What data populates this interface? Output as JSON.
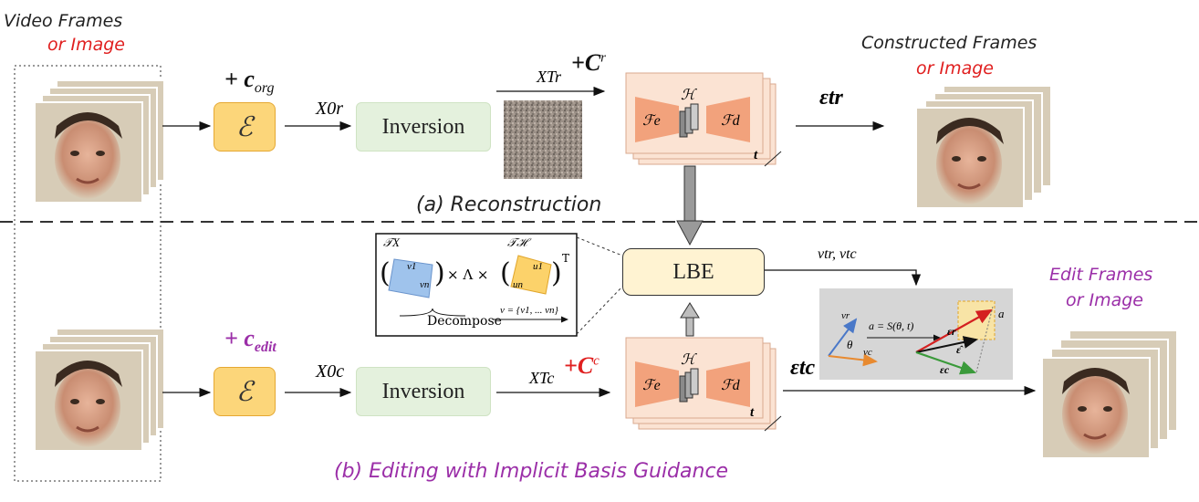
{
  "labels": {
    "video_frames": "Video Frames",
    "or_image_left": "or Image",
    "constructed_frames": "Constructed Frames",
    "or_image_right": "or Image",
    "edit_frames": "Edit Frames",
    "or_image_edit": "or Image",
    "section_a": "(a)  Reconstruction",
    "section_b": "(b)  Editing with Implicit Basis Guidance"
  },
  "conditions": {
    "c_org": "+ c",
    "c_org_sub": "org",
    "c_edit": "+ c",
    "c_edit_sub": "edit",
    "c_r": "+C",
    "c_r_sup": "r",
    "c_c": "+C",
    "c_c_sup": "c"
  },
  "boxes": {
    "encoder_top": "ℰ",
    "encoder_bottom": "ℰ",
    "inversion_top": "Inversion",
    "inversion_bottom": "Inversion",
    "lbe": "LBE"
  },
  "unet": {
    "hidden": "ℋ",
    "enc": "ℱe",
    "dec": "ℱd",
    "time": "t"
  },
  "math": {
    "x0r": "X0r",
    "x0c": "X0c",
    "xtr": "XTr",
    "xtc": "XTc",
    "eps_r": "εtr",
    "eps_c": "εtc",
    "v_pair": "vtr, vtc"
  },
  "inset": {
    "tx": "𝒯X",
    "th": "𝒯ℋ",
    "formula_mid": "× Λ ×",
    "transpose": "T",
    "decompose": "Decompose",
    "v_set": "v = {v1, ... vn}",
    "v1": "v1",
    "vn": "vn",
    "u1": "u1",
    "un": "un"
  },
  "guidance": {
    "vr": "vr",
    "vc": "vc",
    "theta": "θ",
    "formula": "a = S(θ, t)",
    "eps_r": "εr",
    "eps_hat": "ε̂",
    "eps_c": "εc",
    "a": "a"
  },
  "colors": {
    "accent_purple": "#9b2fa8",
    "accent_red": "#e02020",
    "encoder_fill": "#fcd67a",
    "inversion_fill": "#e4f1dd",
    "unet_fill": "#fbe3d3",
    "unet_block": "#f2a27c",
    "lbe_fill": "#fff3d2",
    "guidance_bg": "#d6d6d6"
  }
}
